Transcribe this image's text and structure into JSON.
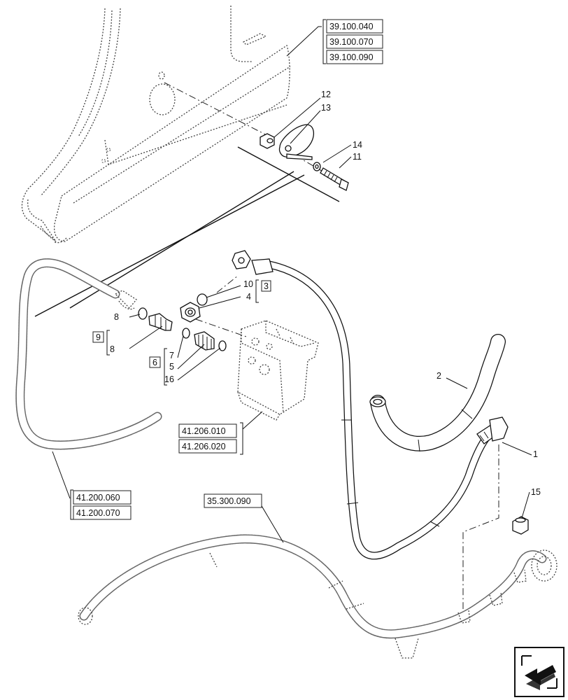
{
  "callouts": [
    "1",
    "2",
    "4",
    "5",
    "7",
    "8",
    "8",
    "10",
    "11",
    "12",
    "13",
    "14",
    "15",
    "16"
  ],
  "group_boxes": [
    "3",
    "6",
    "9"
  ],
  "refs": {
    "frame": [
      "39.100.040",
      "39.100.070",
      "39.100.090"
    ],
    "valve": [
      "41.206.010",
      "41.206.020"
    ],
    "hose_left": [
      "41.200.060",
      "41.200.070"
    ],
    "hose_lower": [
      "35.300.090"
    ]
  },
  "nav_icon": "arrow-next-page-icon"
}
